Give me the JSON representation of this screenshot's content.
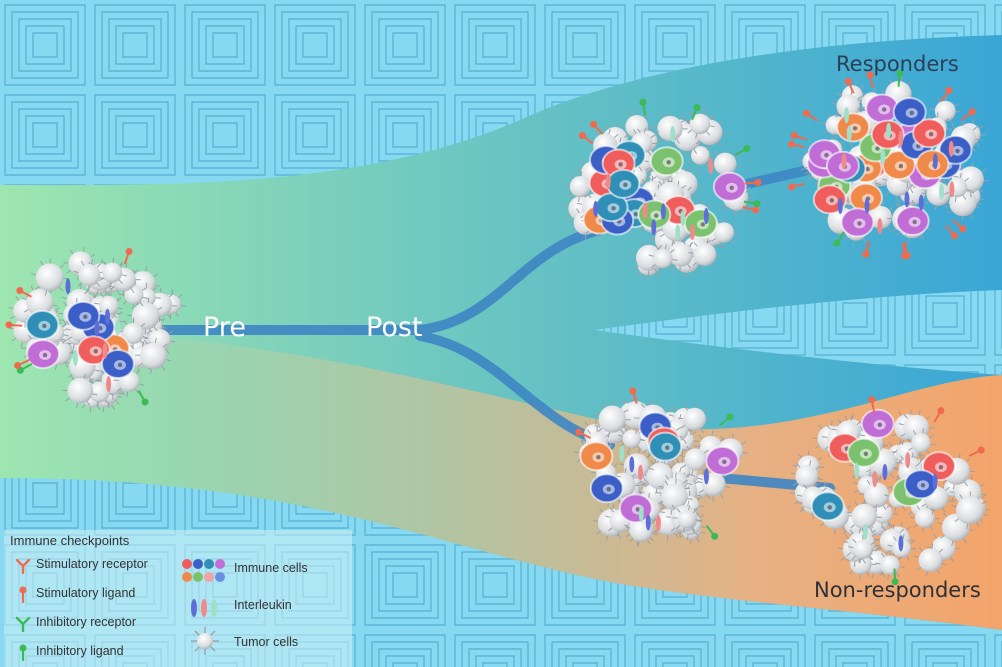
{
  "labels": {
    "pre": "Pre",
    "post": "Post",
    "responders": "Responders",
    "non_responders": "Non-responders"
  },
  "legend": {
    "title": "Immune checkpoints",
    "stimulatory_receptor": "Stimulatory receptor",
    "stimulatory_ligand": "Stimulatory ligand",
    "inhibitory_receptor": "Inhibitory receptor",
    "inhibitory_ligand": "Inhibitory ligand",
    "immune_cells": "Immune cells",
    "interleukin": "Interleukin",
    "tumor_cells": "Tumor cells"
  },
  "colors": {
    "background": "#7fd6ef",
    "band_left": "#9ee6b0",
    "band_right_top": "#2a9fd8",
    "band_right_bottom": "#f0a56a",
    "channel": "#3e86c4",
    "stimulatory": "#f06b4e",
    "inhibitory": "#3cba55",
    "tumor_cell": "#e4e6e8",
    "immune_red": "#ef5d5d",
    "immune_blue": "#3b5fc7",
    "immune_teal": "#2f8fb7",
    "immune_purple": "#c06ed6",
    "immune_orange": "#f08a4b",
    "immune_green": "#7cc26e"
  }
}
